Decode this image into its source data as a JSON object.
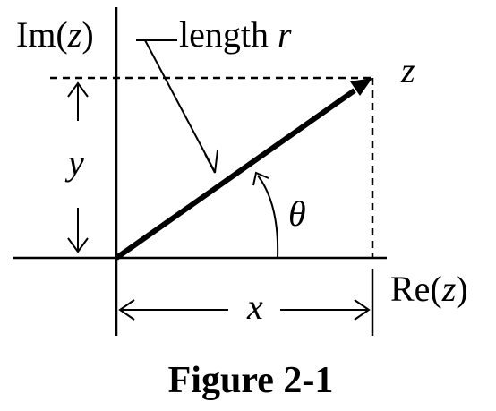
{
  "labels": {
    "im_axis_prefix": "Im(",
    "im_axis_var": "z",
    "im_axis_suffix": ")",
    "re_axis_prefix": "Re(",
    "re_axis_var": "z",
    "re_axis_suffix": ")",
    "length_word": "length ",
    "length_var": "r",
    "point": "z",
    "y": "y",
    "x": "x",
    "angle": "θ"
  },
  "caption": "Figure 2-1"
}
